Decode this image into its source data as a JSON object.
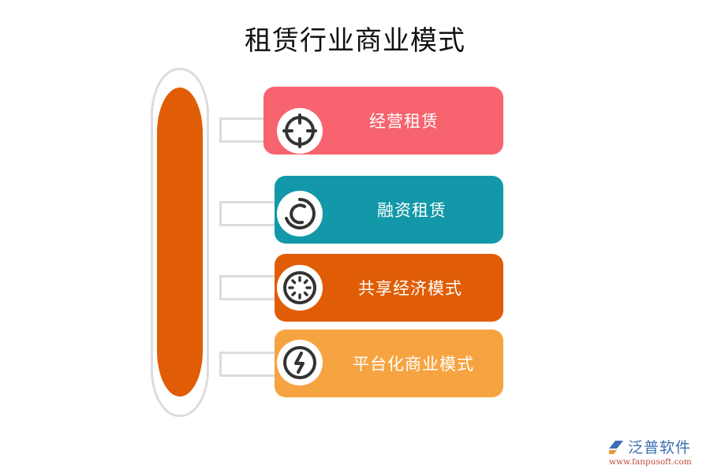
{
  "title": "租赁行业商业模式",
  "colors": {
    "capsule": "#e05d06",
    "capsule_border": "#dcdcdc",
    "connector_border": "#dcdcdc",
    "icon_stroke": "#333333"
  },
  "items": [
    {
      "label": "经营租赁",
      "color": "#f7636e",
      "icon": "crosshair-icon"
    },
    {
      "label": "融资租赁",
      "color": "#1298a8",
      "icon": "concentric-arcs-icon"
    },
    {
      "label": "共享经济模式",
      "color": "#e05d06",
      "icon": "loading-spinner-icon"
    },
    {
      "label": "平台化商业模式",
      "color": "#f6a442",
      "icon": "lightning-bolt-icon"
    }
  ],
  "watermark": {
    "name": "泛普软件",
    "url": "www.fanpusoft.com"
  }
}
